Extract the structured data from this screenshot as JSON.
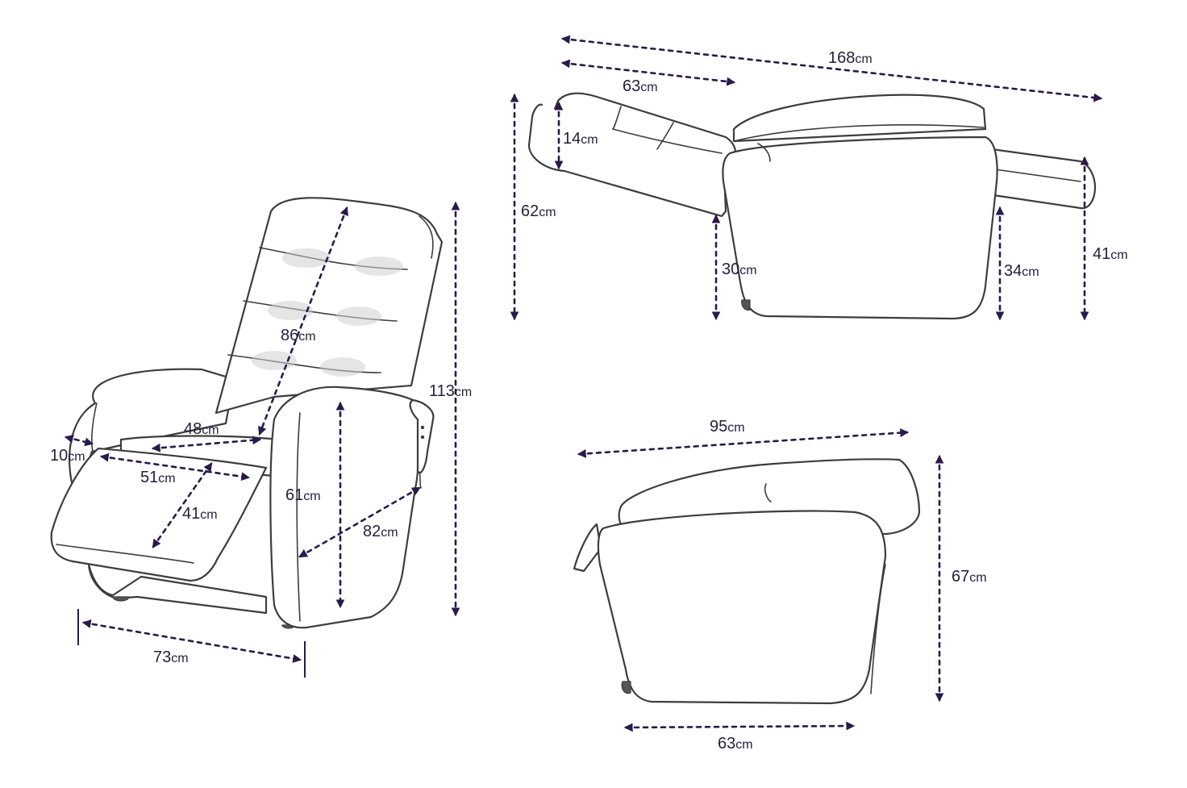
{
  "colors": {
    "line": "#3d3d3d",
    "dimension": "#2a1a4a",
    "background": "#ffffff"
  },
  "views": {
    "front": {
      "backrest_height": {
        "value": "86",
        "unit": "cm"
      },
      "total_height": {
        "value": "113",
        "unit": "cm"
      },
      "seat_width": {
        "value": "48",
        "unit": "cm"
      },
      "armrest_width": {
        "value": "10",
        "unit": "cm"
      },
      "footrest_width": {
        "value": "51",
        "unit": "cm"
      },
      "footrest_depth": {
        "value": "41",
        "unit": "cm"
      },
      "arm_height": {
        "value": "61",
        "unit": "cm"
      },
      "depth": {
        "value": "82",
        "unit": "cm"
      },
      "width": {
        "value": "73",
        "unit": "cm"
      }
    },
    "reclined": {
      "total_length": {
        "value": "168",
        "unit": "cm"
      },
      "backrest_length": {
        "value": "63",
        "unit": "cm"
      },
      "backrest_thickness": {
        "value": "14",
        "unit": "cm"
      },
      "overall_height": {
        "value": "62",
        "unit": "cm"
      },
      "seat_height": {
        "value": "30",
        "unit": "cm"
      },
      "footrest_height": {
        "value": "34",
        "unit": "cm"
      },
      "footrest_end_height": {
        "value": "41",
        "unit": "cm"
      }
    },
    "lifted": {
      "length": {
        "value": "95",
        "unit": "cm"
      },
      "height": {
        "value": "67",
        "unit": "cm"
      },
      "base_length": {
        "value": "63",
        "unit": "cm"
      }
    }
  }
}
